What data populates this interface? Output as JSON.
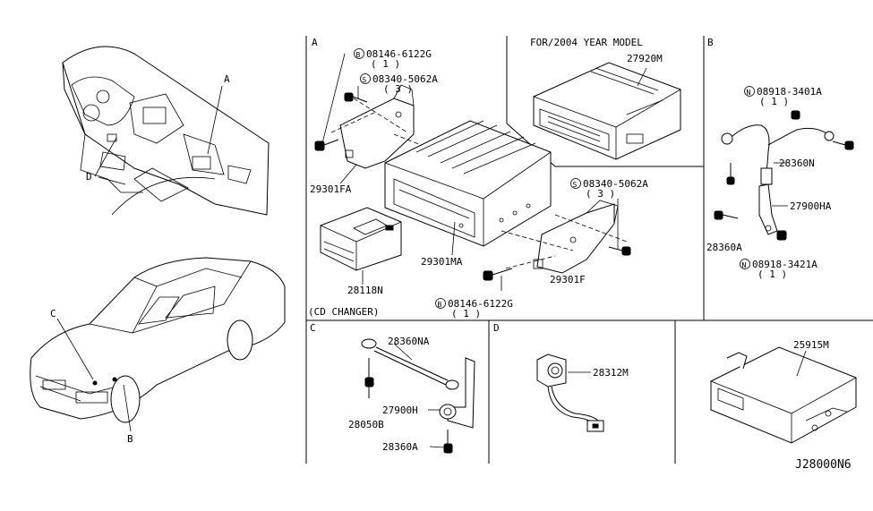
{
  "sections": {
    "a": "A",
    "b": "B",
    "c": "C",
    "d": "D"
  },
  "overview": {
    "dash_a": "A",
    "dash_d": "D",
    "car_c": "C",
    "car_b": "B"
  },
  "panel_a": {
    "bolt_top_prefix": "B",
    "bolt_top_pn": "08146-6122G",
    "bolt_top_qty": "( 1 )",
    "screw_top_prefix": "S",
    "screw_top_pn": "08340-5062A",
    "screw_top_qty": "( 3 )",
    "bracket_left": "29301FA",
    "amp": "29301MA",
    "screw_right_prefix": "S",
    "screw_right_pn": "08340-5062A",
    "screw_right_qty": "( 3 )",
    "bracket_right": "29301F",
    "bolt_bottom_prefix": "B",
    "bolt_bottom_pn": "08146-6122G",
    "bolt_bottom_qty": "( 1 )",
    "changer": "28118N",
    "changer_note": "(CD CHANGER)"
  },
  "model_box": {
    "title": "FOR/2004 YEAR MODEL",
    "part": "27920M"
  },
  "panel_b": {
    "nut_top_prefix": "N",
    "nut_top_pn": "08918-3401A",
    "nut_top_qty": "( 1 )",
    "harness": "28360N",
    "strap": "27900HA",
    "bolt": "28360A",
    "nut_bottom_prefix": "N",
    "nut_bottom_pn": "08918-3421A",
    "nut_bottom_qty": "( 1 )"
  },
  "panel_c": {
    "strap": "28360NA",
    "cable": "27900H",
    "bolt1": "28050B",
    "bolt2": "28360A"
  },
  "panel_d": {
    "mic": "28312M"
  },
  "panel_e": {
    "unit": "25915M"
  },
  "diagram_code": "J28000N6"
}
